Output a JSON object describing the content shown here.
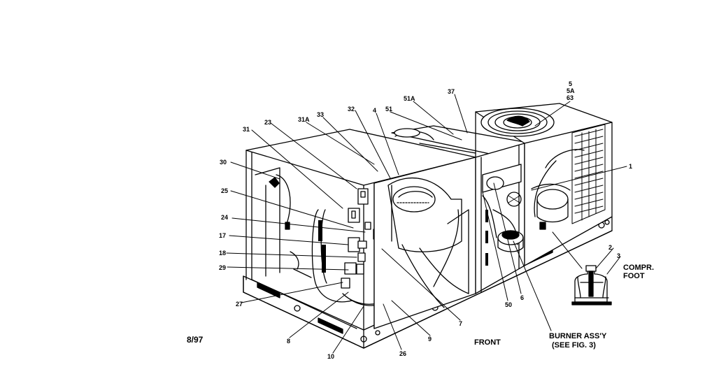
{
  "drawing": {
    "date_code": "8/97",
    "front_label": "FRONT",
    "burner_note": {
      "line1": "BURNER ASS'Y",
      "line2": "(SEE FIG. 3)"
    },
    "inset": {
      "label_2": "2",
      "label_3": "3",
      "compr_foot_line1": "COMPR.",
      "compr_foot_line2": "FOOT"
    }
  },
  "callouts": [
    {
      "id": "30",
      "text": "30"
    },
    {
      "id": "31",
      "text": "31"
    },
    {
      "id": "23",
      "text": "23"
    },
    {
      "id": "31A",
      "text": "31A"
    },
    {
      "id": "33",
      "text": "33"
    },
    {
      "id": "32",
      "text": "32"
    },
    {
      "id": "4",
      "text": "4"
    },
    {
      "id": "51",
      "text": "51"
    },
    {
      "id": "51A",
      "text": "51A"
    },
    {
      "id": "37",
      "text": "37"
    },
    {
      "id": "5",
      "text": "5"
    },
    {
      "id": "5A",
      "text": "5A"
    },
    {
      "id": "63",
      "text": "63"
    },
    {
      "id": "1",
      "text": "1"
    },
    {
      "id": "25",
      "text": "25"
    },
    {
      "id": "24",
      "text": "24"
    },
    {
      "id": "17",
      "text": "17"
    },
    {
      "id": "18",
      "text": "18"
    },
    {
      "id": "29",
      "text": "29"
    },
    {
      "id": "27",
      "text": "27"
    },
    {
      "id": "8",
      "text": "8"
    },
    {
      "id": "10",
      "text": "10"
    },
    {
      "id": "26",
      "text": "26"
    },
    {
      "id": "9",
      "text": "9"
    },
    {
      "id": "7",
      "text": "7"
    },
    {
      "id": "50",
      "text": "50"
    },
    {
      "id": "6",
      "text": "6"
    }
  ]
}
